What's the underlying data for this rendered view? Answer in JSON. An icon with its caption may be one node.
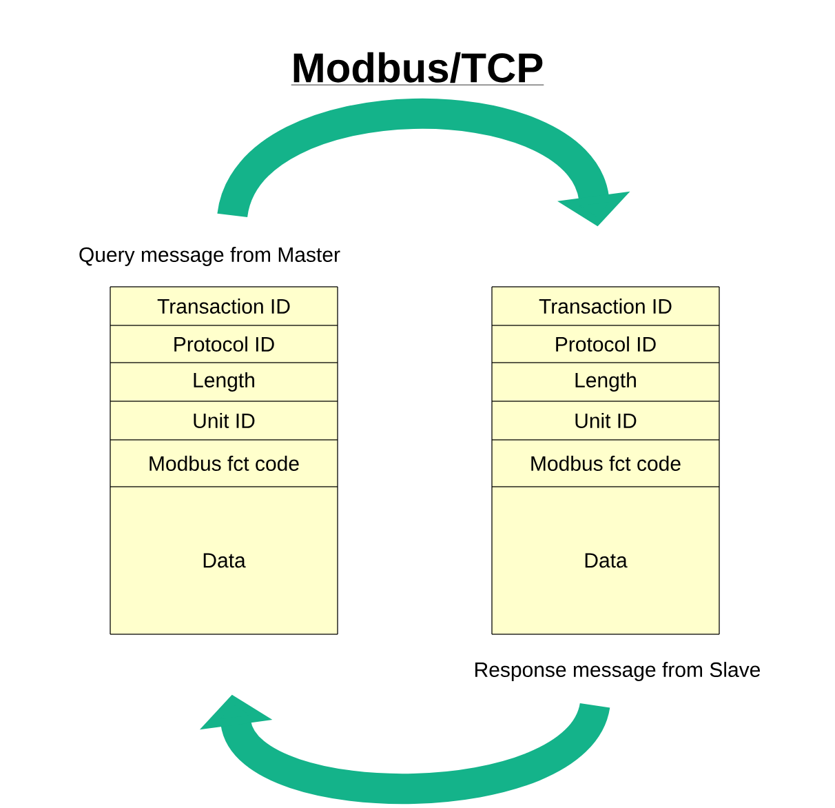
{
  "diagram": {
    "title": "Modbus/TCP",
    "nodes": [
      {
        "text": [],
        "shape": "box"
      },
      {
        "text": [
          "Transaction ID"
        ],
        "in": 0
      },
      {
        "text": [
          "Protocol ID"
        ],
        "in": 0
      },
      {
        "text": [
          "Length"
        ],
        "in": 0
      },
      {
        "text": [
          "Unit ID"
        ],
        "in": 0
      },
      {
        "text": [
          "Modbus fct code"
        ],
        "in": 0
      },
      {
        "text": [
          "Data"
        ],
        "in": 0
      },
      {
        "text": [],
        "shape": "box"
      },
      {
        "text": [
          "Transaction ID"
        ],
        "in": 7
      },
      {
        "text": [
          "Protocol ID"
        ],
        "in": 7
      },
      {
        "text": [
          "Length"
        ],
        "in": 7
      },
      {
        "text": [
          "Unit ID"
        ],
        "in": 7
      },
      {
        "text": [
          "Modbus fct code"
        ],
        "in": 7
      },
      {
        "text": [
          "Data"
        ],
        "in": 7
      }
    ],
    "edges": [
      {
        "from": 0,
        "to": 7,
        "arrow": "to",
        "label": "Query message from Master"
      },
      {
        "from": 7,
        "to": 0,
        "arrow": "to",
        "label": "Response message from Slave"
      }
    ]
  }
}
